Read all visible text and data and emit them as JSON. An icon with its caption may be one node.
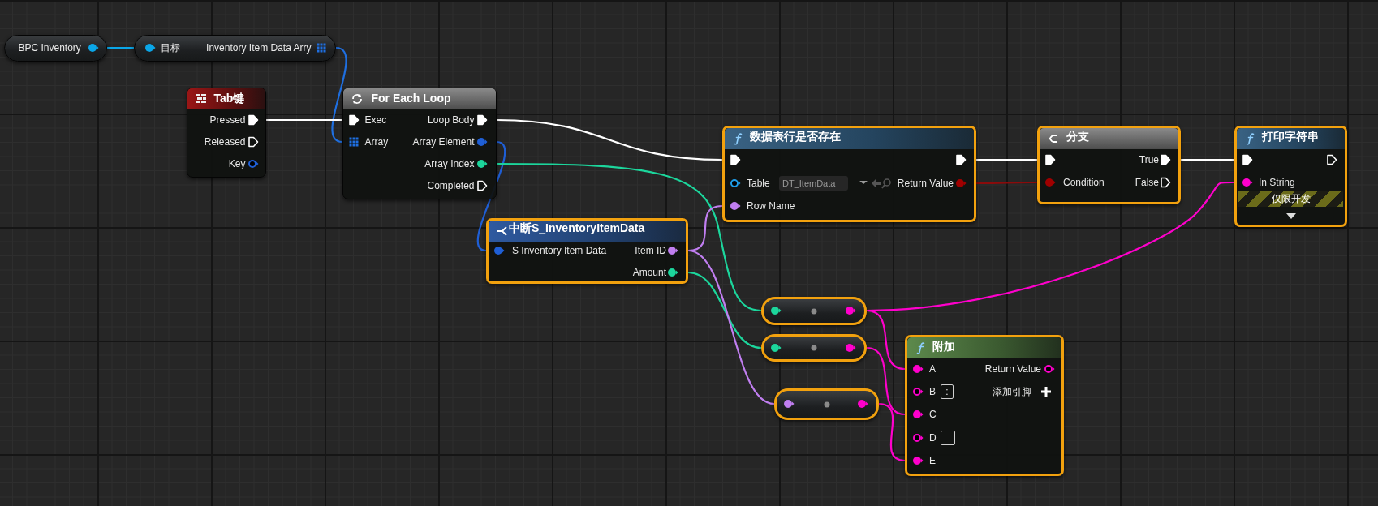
{
  "diagram": {
    "nodes": [
      {
        "text": [
          "BPC Inventory"
        ]
      },
      {
        "text": [
          "目标",
          "Inventory Item Data Arry"
        ]
      },
      {
        "text": [
          "Tab键",
          "Pressed",
          "Released",
          "Key"
        ]
      },
      {
        "text": [
          "For Each Loop",
          "Exec",
          "Array",
          "Loop Body",
          "Array Element",
          "Array Index",
          "Completed"
        ]
      },
      {
        "text": [
          "数据表行是否存在",
          "Table",
          "DT_ItemData",
          "Row Name",
          "Return Value"
        ]
      },
      {
        "text": [
          "分支",
          "Condition",
          "True",
          "False"
        ]
      },
      {
        "text": [
          "打印字符串",
          "In String",
          "仅限开发"
        ]
      },
      {
        "text": [
          "中断S_InventoryItemData",
          "S Inventory Item Data",
          "Item ID",
          "Amount"
        ]
      },
      {
        "text": [],
        "shape": "box"
      },
      {
        "text": [],
        "shape": "box"
      },
      {
        "text": [],
        "shape": "box"
      },
      {
        "text": [
          "附加",
          "A",
          "Return Value",
          "B",
          ":",
          "添加引脚",
          "C",
          "D",
          "E"
        ]
      }
    ],
    "edges": [
      {
        "from": 0,
        "to": 1,
        "arrow": "none",
        "color": "#0aa6e8"
      },
      {
        "from": 1,
        "to": 3,
        "arrow": "none",
        "color": "#1f6fe0"
      },
      {
        "from": 2,
        "to": 3,
        "arrow": "none",
        "color": "#ffffff"
      },
      {
        "from": 3,
        "to": 4,
        "arrow": "none",
        "color": "#ffffff"
      },
      {
        "from": 3,
        "to": 7,
        "arrow": "none",
        "color": "#1f5fd6"
      },
      {
        "from": 3,
        "to": 8,
        "arrow": "none",
        "color": "#1cd69c"
      },
      {
        "from": 7,
        "to": 9,
        "arrow": "none",
        "color": "#1cd69c"
      },
      {
        "from": 7,
        "to": 4,
        "arrow": "none",
        "color": "#c07ef0"
      },
      {
        "from": 7,
        "to": 10,
        "arrow": "none",
        "color": "#c07ef0"
      },
      {
        "from": 4,
        "to": 5,
        "arrow": "none",
        "color": "#ffffff"
      },
      {
        "from": 4,
        "to": 5,
        "arrow": "none",
        "color": "#8a0b0b"
      },
      {
        "from": 5,
        "to": 6,
        "arrow": "none",
        "color": "#ffffff"
      },
      {
        "from": 8,
        "to": 6,
        "arrow": "none",
        "color": "#ff00cc"
      },
      {
        "from": 8,
        "to": 11,
        "arrow": "none",
        "color": "#ff00cc"
      },
      {
        "from": 9,
        "to": 11,
        "arrow": "none",
        "color": "#ff00cc"
      },
      {
        "from": 10,
        "to": 11,
        "arrow": "none",
        "color": "#ff00cc"
      }
    ]
  }
}
